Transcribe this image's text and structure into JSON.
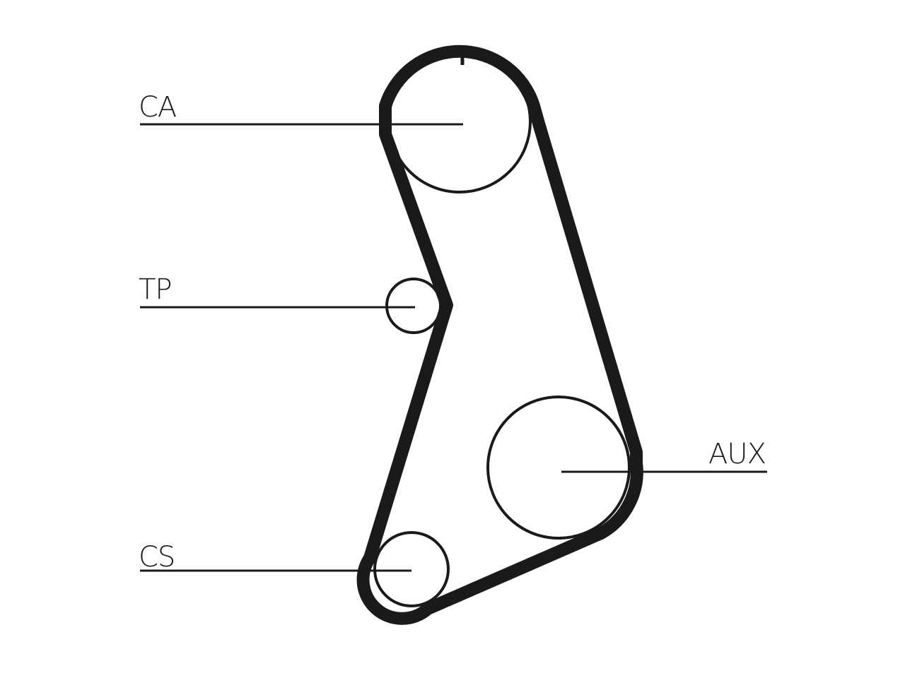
{
  "labels": {
    "ca": "CA",
    "tp": "TP",
    "aux": "AUX",
    "cs": "CS"
  },
  "colors": {
    "line": "#1a1a1a",
    "background": "#ffffff"
  }
}
